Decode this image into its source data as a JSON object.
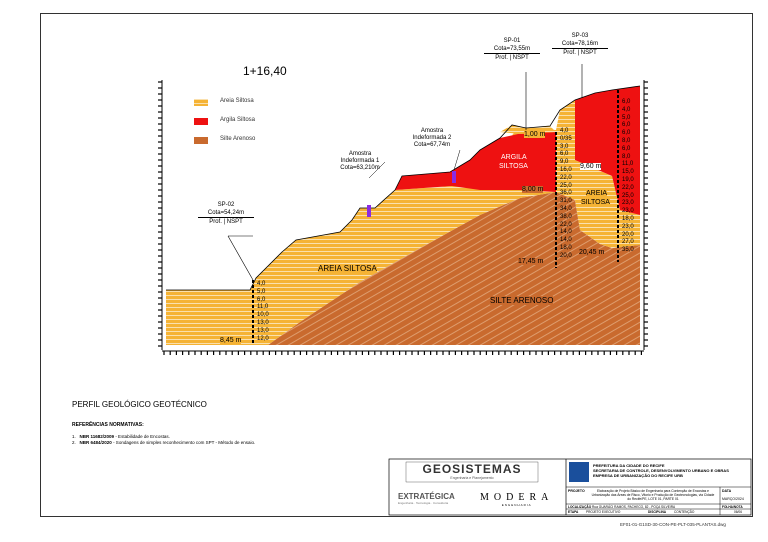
{
  "drawing": {
    "station_label": "1+16,40",
    "section_title": "PERFIL GEOLÓGICO GEOTÉCNICO",
    "references_title": "REFERÊNCIAS NORMATIVAS:",
    "references": [
      {
        "num": "1.",
        "code": "NBR 11682/2009",
        "desc": " - Estabilidade de Encostas."
      },
      {
        "num": "2.",
        "code": "NBR 6484/2020",
        "desc": " - Sondagens de simples reconhecimento com SPT - Método de ensaio."
      }
    ],
    "file_name": "EF01-01-G1SD-30-CON-PE-PLT-035-PLANTAS.dwg"
  },
  "legend": [
    {
      "label": "Areia Siltosa",
      "color": "#f5a623"
    },
    {
      "label": "Argila Siltosa",
      "color": "#ee1111"
    },
    {
      "label": "Silte Arenoso",
      "color": "#c96a2e"
    }
  ],
  "colors": {
    "sand": "#f5b335",
    "clay": "#ee1111",
    "silt": "#c96a2e",
    "hatch": "#ffffff",
    "sample_marker": "#8a2be2"
  },
  "layers": {
    "areia": "AREIA SILTOSA",
    "silte": "SILTE ARENOSO",
    "argila_top": "ARGILA",
    "argila_bot": "SILTOSA",
    "areia_mid_top": "AREIA",
    "areia_mid_bot": "SILTOSA"
  },
  "samples": [
    {
      "l1": "Amostra",
      "l2": "Indeformada 1",
      "l3": "Cota=63,210m"
    },
    {
      "l1": "Amostra",
      "l2": "Indeformada 2",
      "l3": "Cota=67,74m"
    }
  ],
  "boreholes": [
    {
      "name": "SP-02",
      "cota": "Cota=54,24m",
      "prof": "Prof.",
      "nspt": "NSPT",
      "depth": "8,45 m",
      "values": [
        "4,0",
        "5,0",
        "6,0",
        "11,0",
        "10,0",
        "13,0",
        "13,0",
        "12,0"
      ]
    },
    {
      "name": "SP-01",
      "cota": "Cota=73,55m",
      "prof": "Prof.",
      "nspt": "NSPT",
      "depth": "17,45 m",
      "depth2": "1,00 m",
      "depth3": "8,00 m",
      "values": [
        "4,0",
        "0/35",
        "3,0",
        "6,0",
        "9,0",
        "16,0",
        "22,0",
        "25,0",
        "36,0",
        "31,0",
        "34,0",
        "38,0",
        "22,0",
        "14,0",
        "14,0",
        "18,0",
        "20,0"
      ]
    },
    {
      "name": "SP-03",
      "cota": "Cota=78,16m",
      "prof": "Prof.",
      "nspt": "NSPT",
      "depth": "20,45 m",
      "depth2": "9,60 m",
      "values": [
        "6,0",
        "4,0",
        "5,0",
        "6,0",
        "6,0",
        "8,0",
        "6,0",
        "8,0",
        "11,0",
        "15,0",
        "19,0",
        "22,0",
        "25,0",
        "23,0",
        "23,0",
        "18,0",
        "23,0",
        "20,0",
        "27,0",
        "35,0"
      ]
    }
  ],
  "title_block": {
    "company1": "GEOSISTEMAS",
    "company1_sub": "Engenharia e Planejamento",
    "company2": "EXTRATÉGICA",
    "company2_sub": "Engenharia · Tecnologia · Consultoria",
    "company3": "MODERA",
    "company3_sub": "ENGENHARIA",
    "client_line1": "PREFEITURA DA CIDADE DO RECIFE",
    "client_line2": "SECRETARIA DE CONTROLE, DESENVOLVIMENTO URBANO E OBRAS",
    "client_line3": "EMPRESA DE URBANIZAÇÃO DO RECIFE  URB",
    "project_label": "PROJETO",
    "project_text": "Elaboração de Projeto Básico de Engenharia para Contenção de Encostas e Urbanização das Áreas de Risco, Vitorio e Produção de Geotecnologias, via Cidade do Recife/PE, LOTE 01, PARTE 01",
    "date_label": "DATA",
    "date_value": "MARÇO/2024",
    "location_label": "LOCALIZAÇÃO",
    "location_text": "Rua GUARÁCI RAMOS, PACHECO, 82 - POÇA SILVEIRA",
    "sheet_label": "FOLHA/NOTA",
    "sheet_value": "06/06",
    "stage_label": "ETAPA",
    "stage_value": "PROJETO EXECUTIVO",
    "discipline_label": "DISCIPLINA",
    "discipline_value": "CONTENÇÃO"
  }
}
